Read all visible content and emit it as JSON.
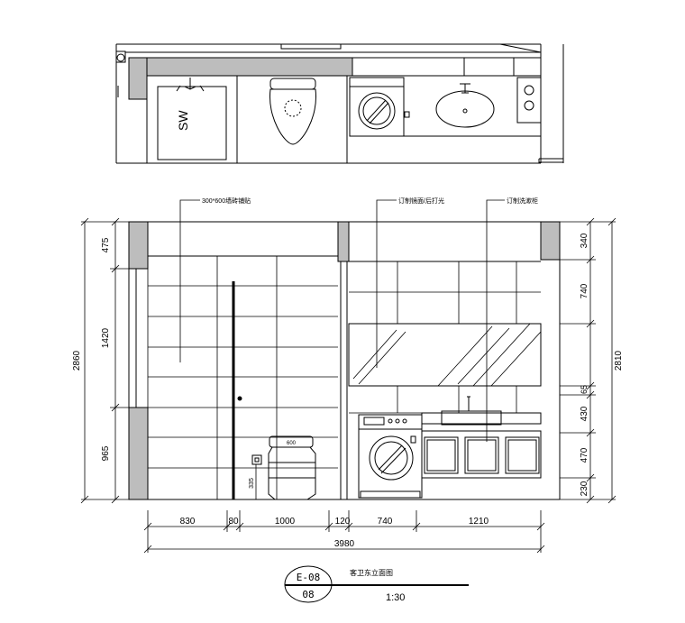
{
  "labels": {
    "tile_callout": "300*600墙砖铺贴",
    "mirror_callout": "订制镜面/后打光",
    "cabinet_callout": "订制洗漱柜",
    "shower_symbol": "SW",
    "toilet_height": "600",
    "outlet_height": "335"
  },
  "dims": {
    "left": [
      "475",
      "1420",
      "965"
    ],
    "left_total": "2860",
    "right": [
      "340",
      "740",
      "65",
      "430",
      "470",
      "230"
    ],
    "right_total": "2810",
    "bottom": [
      "830",
      "80",
      "1000",
      "120",
      "740",
      "1210"
    ],
    "bottom_total": "3980"
  },
  "title_block": {
    "code": "E-08",
    "sheet": "08",
    "title": "客卫东立面图",
    "scale": "1:30"
  }
}
